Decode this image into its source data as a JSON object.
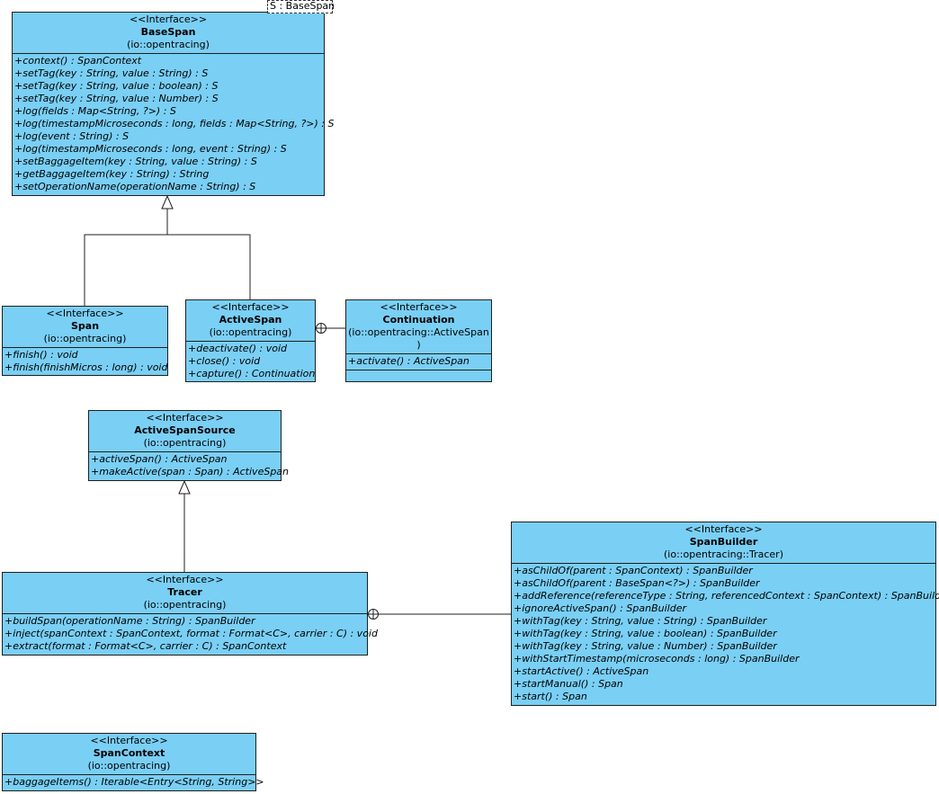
{
  "stereotype": "<<Interface>>",
  "base_span": {
    "type_param": "S : BaseSpan",
    "name": "BaseSpan",
    "package": "(io::opentracing)",
    "ops": [
      "+context() : SpanContext",
      "+setTag(key : String, value : String) : S",
      "+setTag(key : String, value : boolean) : S",
      "+setTag(key : String, value : Number) : S",
      "+log(fields : Map<String, ?>) : S",
      "+log(timestampMicroseconds : long, fields : Map<String, ?>) : S",
      "+log(event : String) : S",
      "+log(timestampMicroseconds : long, event : String) : S",
      "+setBaggageItem(key : String, value : String) : S",
      "+getBaggageItem(key : String) : String",
      "+setOperationName(operationName : String) : S"
    ]
  },
  "span": {
    "name": "Span",
    "package": "(io::opentracing)",
    "ops": [
      "+finish() : void",
      "+finish(finishMicros : long) : void"
    ]
  },
  "active_span": {
    "name": "ActiveSpan",
    "package": "(io::opentracing)",
    "ops": [
      "+deactivate() : void",
      "+close() : void",
      "+capture() : Continuation"
    ]
  },
  "continuation": {
    "name": "Continuation",
    "package_line1": "(io::opentracing::ActiveSpan",
    "package_line2": ")",
    "ops": [
      "+activate() : ActiveSpan"
    ]
  },
  "active_span_source": {
    "name": "ActiveSpanSource",
    "package": "(io::opentracing)",
    "ops": [
      "+activeSpan() : ActiveSpan",
      "+makeActive(span : Span) : ActiveSpan"
    ]
  },
  "tracer": {
    "name": "Tracer",
    "package": "(io::opentracing)",
    "ops": [
      "+buildSpan(operationName : String) : SpanBuilder",
      "+inject(spanContext : SpanContext, format : Format<C>, carrier : C) : void",
      "+extract(format : Format<C>, carrier : C) : SpanContext"
    ]
  },
  "span_builder": {
    "name": "SpanBuilder",
    "package": "(io::opentracing::Tracer)",
    "ops": [
      "+asChildOf(parent : SpanContext) : SpanBuilder",
      "+asChildOf(parent : BaseSpan<?>) : SpanBuilder",
      "+addReference(referenceType : String, referencedContext : SpanContext) : SpanBuilder",
      "+ignoreActiveSpan() : SpanBuilder",
      "+withTag(key : String, value : String) : SpanBuilder",
      "+withTag(key : String, value : boolean) : SpanBuilder",
      "+withTag(key : String, value : Number) : SpanBuilder",
      "+withStartTimestamp(microseconds : long) : SpanBuilder",
      "+startActive() : ActiveSpan",
      "+startManual() : Span",
      "+start() : Span"
    ]
  },
  "span_context": {
    "name": "SpanContext",
    "package": "(io::opentracing)",
    "ops": [
      "+baggageItems() : Iterable<Entry<String, String>>"
    ]
  },
  "colors": {
    "class_fill": "#7acff5",
    "line": "#1f1f1f"
  }
}
